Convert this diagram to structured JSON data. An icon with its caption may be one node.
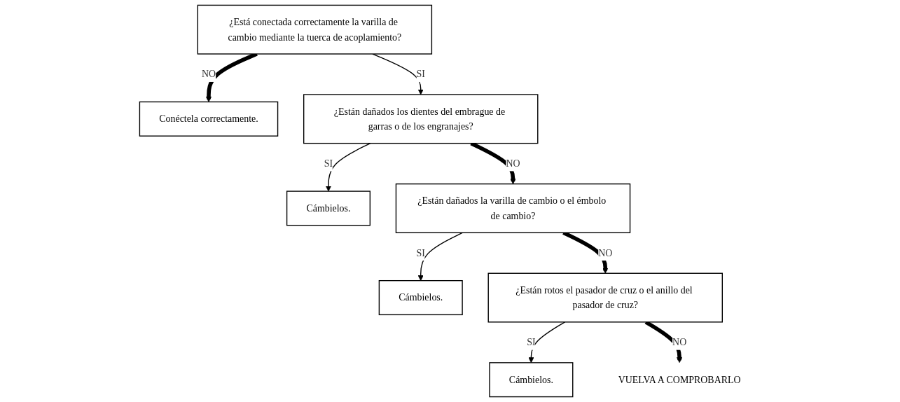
{
  "diagram": {
    "nodes": [
      {
        "text": [
          "¿Está conectada correctamente la varilla de cambio mediante la tuerca de acoplamiento?"
        ]
      },
      {
        "text": [
          "Conéctela correctamente."
        ]
      },
      {
        "text": [
          "¿Están dañados los dientes del embrague de garras o de los engranajes?"
        ]
      },
      {
        "text": [
          "Cámbielos."
        ]
      },
      {
        "text": [
          "¿Están dañados la varilla de cambio o el émbolo de cambio?"
        ]
      },
      {
        "text": [
          "Cámbielos."
        ]
      },
      {
        "text": [
          "¿Están rotos el pasador de cruz o el anillo del pasador de cruz?"
        ]
      },
      {
        "text": [
          "Cámbielos."
        ]
      },
      {
        "text": [
          "VUELVA A COMPROBARLO"
        ]
      }
    ],
    "edges": [
      {
        "from": 0,
        "to": 1,
        "arrow": "to",
        "label": "NO",
        "style": "thick"
      },
      {
        "from": 0,
        "to": 2,
        "arrow": "to",
        "label": "SI"
      },
      {
        "from": 2,
        "to": 3,
        "arrow": "to",
        "label": "SI"
      },
      {
        "from": 2,
        "to": 4,
        "arrow": "to",
        "label": "NO",
        "style": "thick"
      },
      {
        "from": 4,
        "to": 5,
        "arrow": "to",
        "label": "SI"
      },
      {
        "from": 4,
        "to": 6,
        "arrow": "to",
        "label": "NO",
        "style": "thick"
      },
      {
        "from": 6,
        "to": 7,
        "arrow": "to",
        "label": "SI"
      },
      {
        "from": 6,
        "to": 8,
        "arrow": "to",
        "label": "NO",
        "style": "thick"
      }
    ]
  }
}
